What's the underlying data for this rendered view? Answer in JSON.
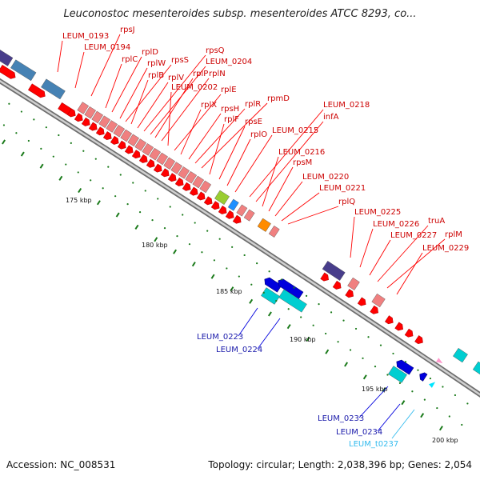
{
  "title": "Leuconostoc mesenteroides subsp. mesenteroides ATCC 8293, co...",
  "footer": {
    "accession": "Accession: NC_008531",
    "summary": "Topology: circular; Length: 2,038,396 bp; Genes: 2,054"
  },
  "colors": {
    "backbone": "#9a9a9a",
    "forward_gene": "#ff0000",
    "forward_label": "#cc0000",
    "reverse_gene": "#0000dd",
    "reverse_label": "#1a1aaa",
    "trna": "#00e5ff",
    "trna_label": "#33bbee",
    "cog_blue": "#4682b4",
    "cog_navy": "#483d8b",
    "cog_pink": "#f08080",
    "cog_yellowgreen": "#9acd32",
    "cog_skyblue": "#1e90ff",
    "cog_orange": "#ff8c00",
    "cog_cyan": "#00ced1",
    "tick": "#1a7a1a"
  },
  "kbp_labels": [
    "175 kbp",
    "180 kbp",
    "185 kbp",
    "190 kbp",
    "195 kbp",
    "200 kbp"
  ],
  "forward_labels": [
    "LEUM_0193",
    "LEUM_0194",
    "rpsJ",
    "rplC",
    "rplD",
    "rplW",
    "rpsS",
    "rplB",
    "rplV",
    "rpsQ",
    "LEUM_0204",
    "rplP",
    "rplN",
    "LEUM_0202",
    "rplE",
    "rplX",
    "rpsH",
    "rplR",
    "rpmD",
    "rplF",
    "rpsE",
    "rplO",
    "LEUM_0215",
    "LEUM_0218",
    "infA",
    "LEUM_0216",
    "rpsM",
    "LEUM_0220",
    "LEUM_0221",
    "rplQ",
    "LEUM_0225",
    "LEUM_0226",
    "LEUM_0227",
    "truA",
    "rplM",
    "LEUM_0229"
  ],
  "reverse_labels": [
    "LEUM_0223",
    "LEUM_0224",
    "LEUM_0233",
    "LEUM_0234"
  ],
  "trna_labels": [
    "LEUM_t0237"
  ]
}
